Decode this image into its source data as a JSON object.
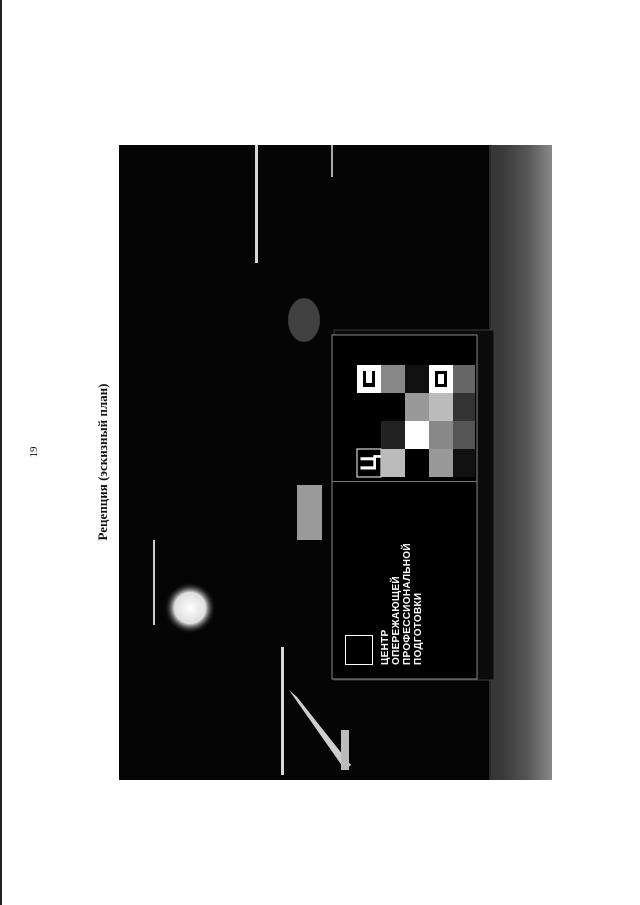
{
  "page": {
    "number": "19",
    "title": "Рецепция (эскизный план)"
  },
  "figure": {
    "sign_lines": [
      "ЦЕНТР",
      "ОПЕРЕЖАЮЩЕЙ",
      "ПРОФЕССИОНАЛЬНОЙ",
      "ПОДГОТОВКИ"
    ]
  }
}
